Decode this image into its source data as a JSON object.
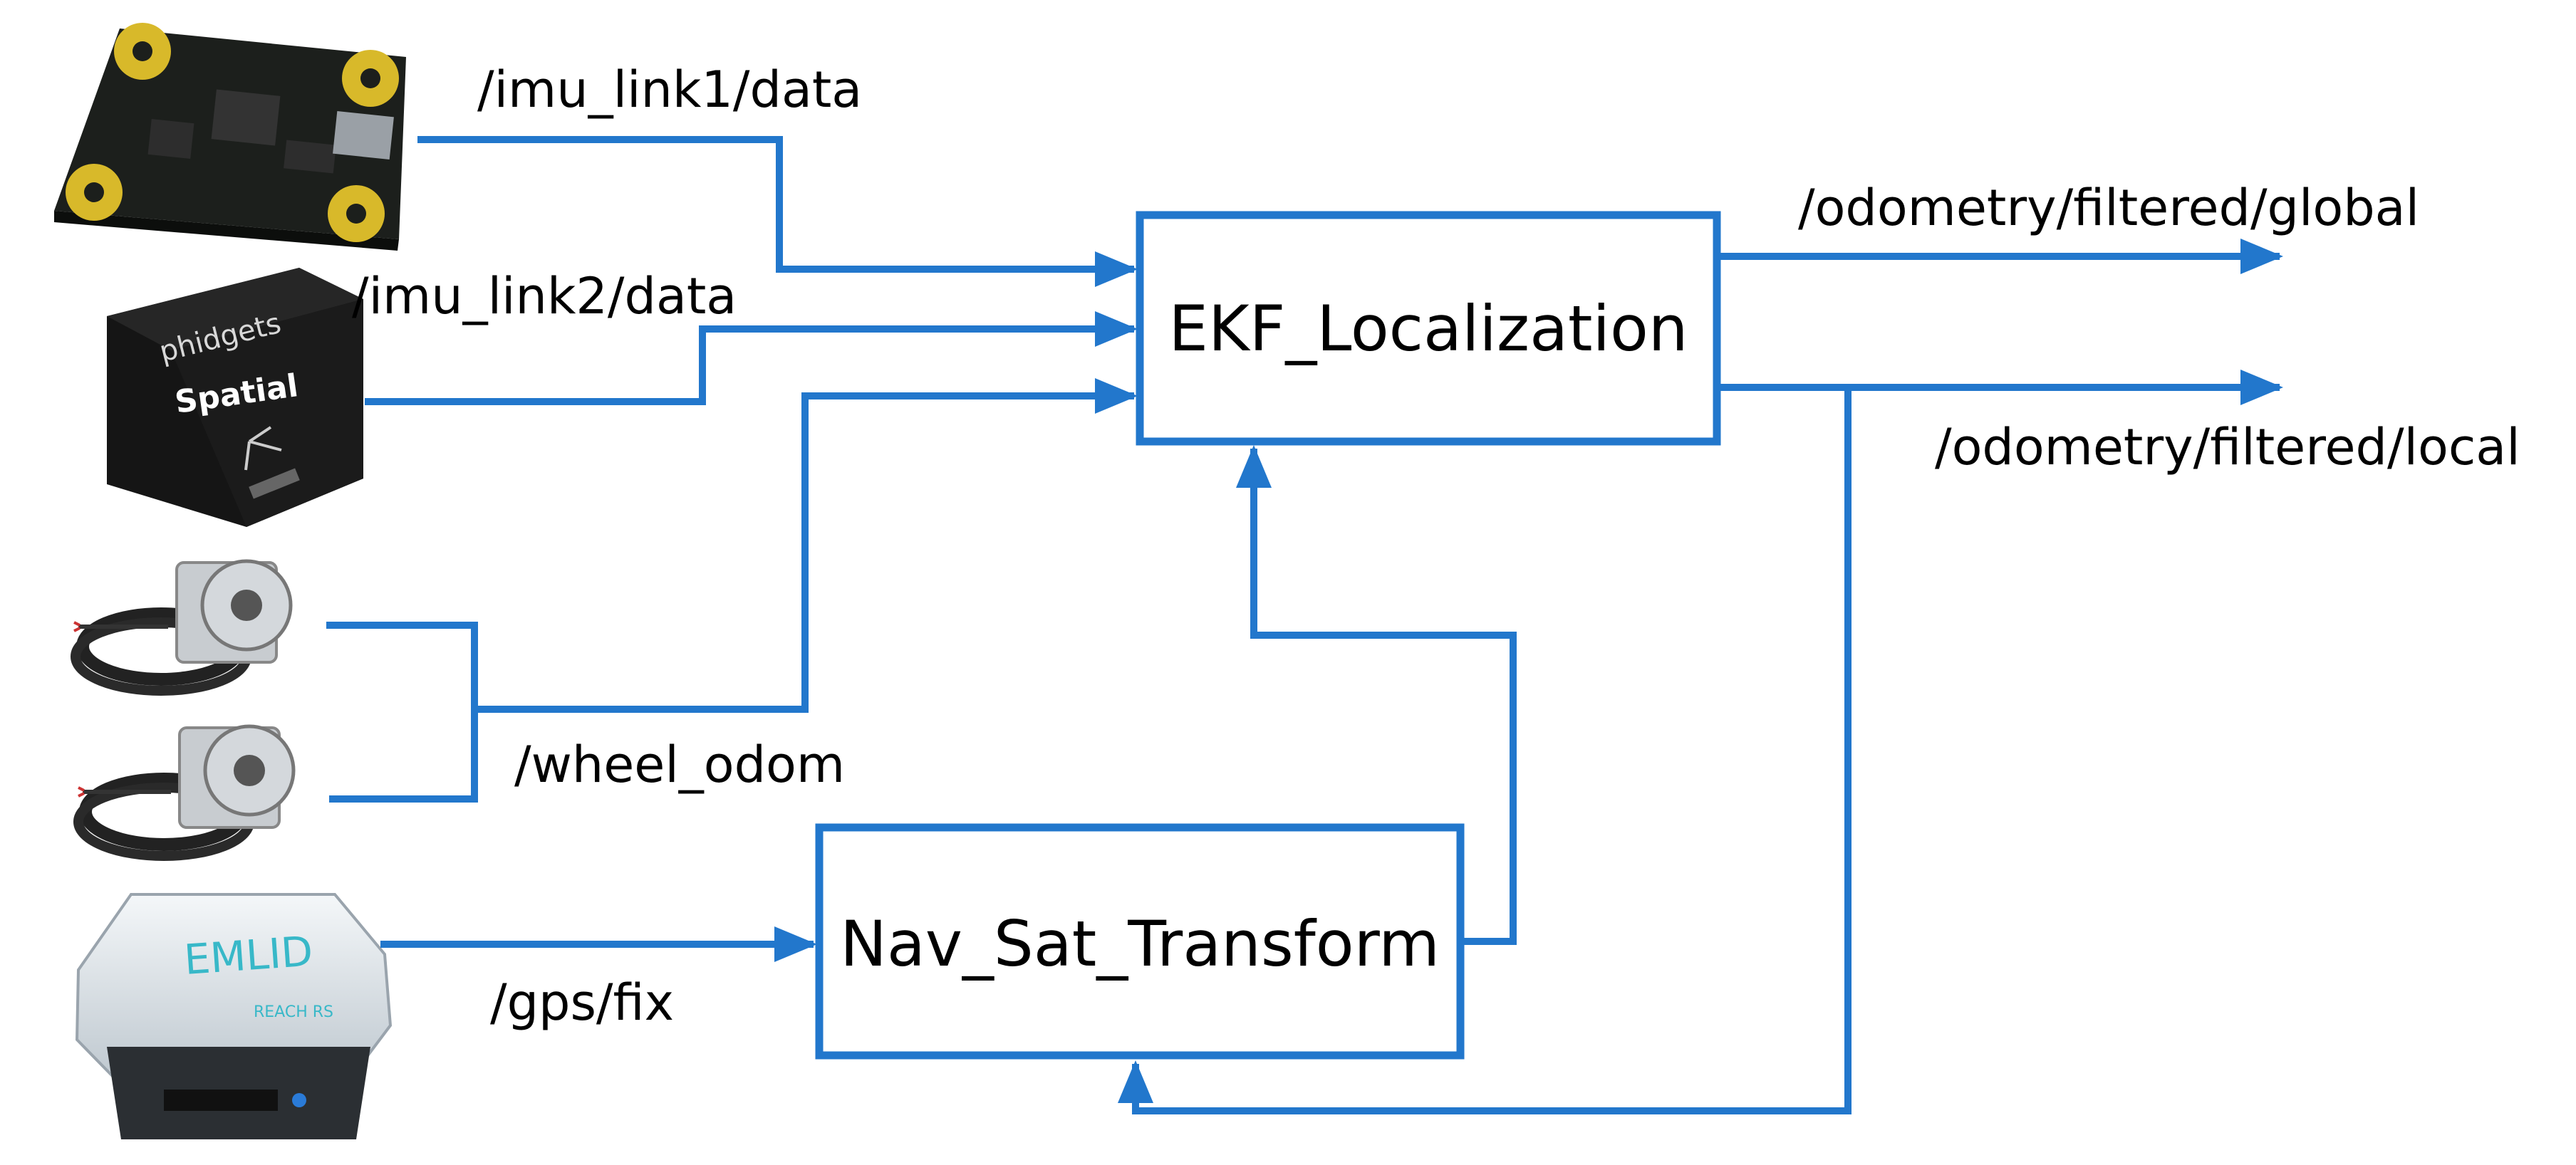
{
  "colors": {
    "wire": "#2277CC",
    "box_border": "#2277CC"
  },
  "nodes": {
    "ekf": {
      "label": "EKF_Localization"
    },
    "navsat": {
      "label": "Nav_Sat_Transform"
    }
  },
  "topics": {
    "imu1": "/imu_link1/data",
    "imu2": "/imu_link2/data",
    "wheel": "/wheel_odom",
    "gps": "/gps/fix",
    "global": "/odometry/filtered/global",
    "local": "/odometry/filtered/local"
  },
  "sensors": {
    "imu2_brand": "phidgets",
    "imu2_model": "Spatial",
    "gps_brand": "EMLID",
    "gps_model": "REACH RS"
  }
}
